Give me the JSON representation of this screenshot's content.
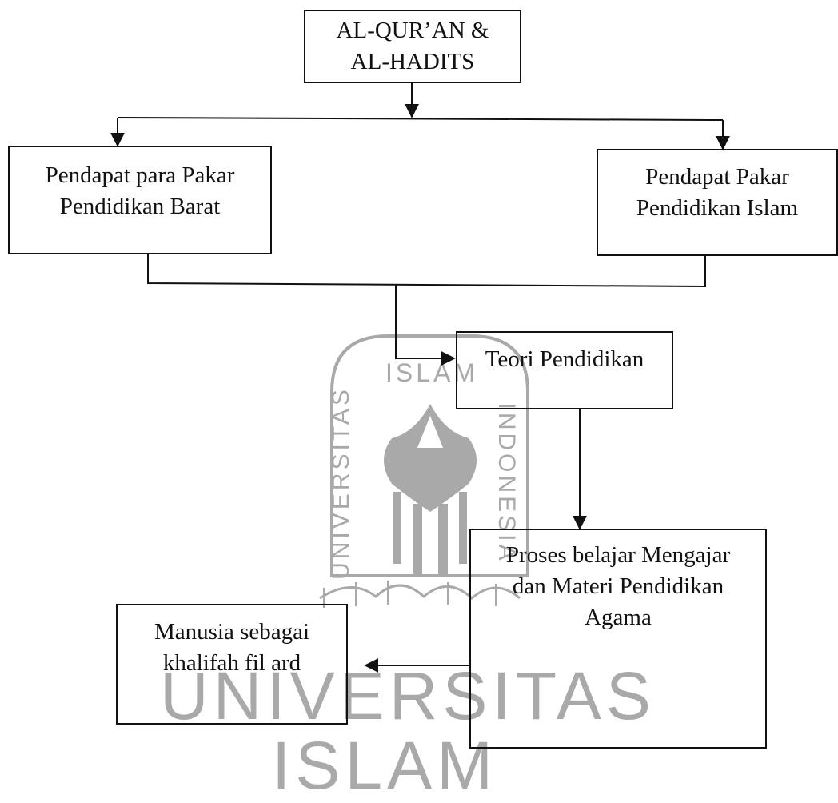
{
  "diagram": {
    "nodes": {
      "source": {
        "text": "AL-QUR’AN &\nAL-HADITS"
      },
      "western": {
        "text": "Pendapat para Pakar\nPendidikan Barat"
      },
      "islamic": {
        "text": "Pendapat Pakar\nPendidikan Islam"
      },
      "theory": {
        "text": "Teori Pendidikan"
      },
      "process": {
        "text": "Proses belajar Mengajar\ndan Materi Pendidikan\nAgama"
      },
      "human": {
        "text": "Manusia sebagai\nkhalifah fil ard"
      }
    }
  },
  "watermark": {
    "seal_left": "UNIVERSITAS",
    "seal_top": "ISLAM",
    "seal_right": "INDONESIA",
    "big_line1": "UNIVERSITAS",
    "big_line2": "ISLAM",
    "color": "#a9a9a9"
  }
}
